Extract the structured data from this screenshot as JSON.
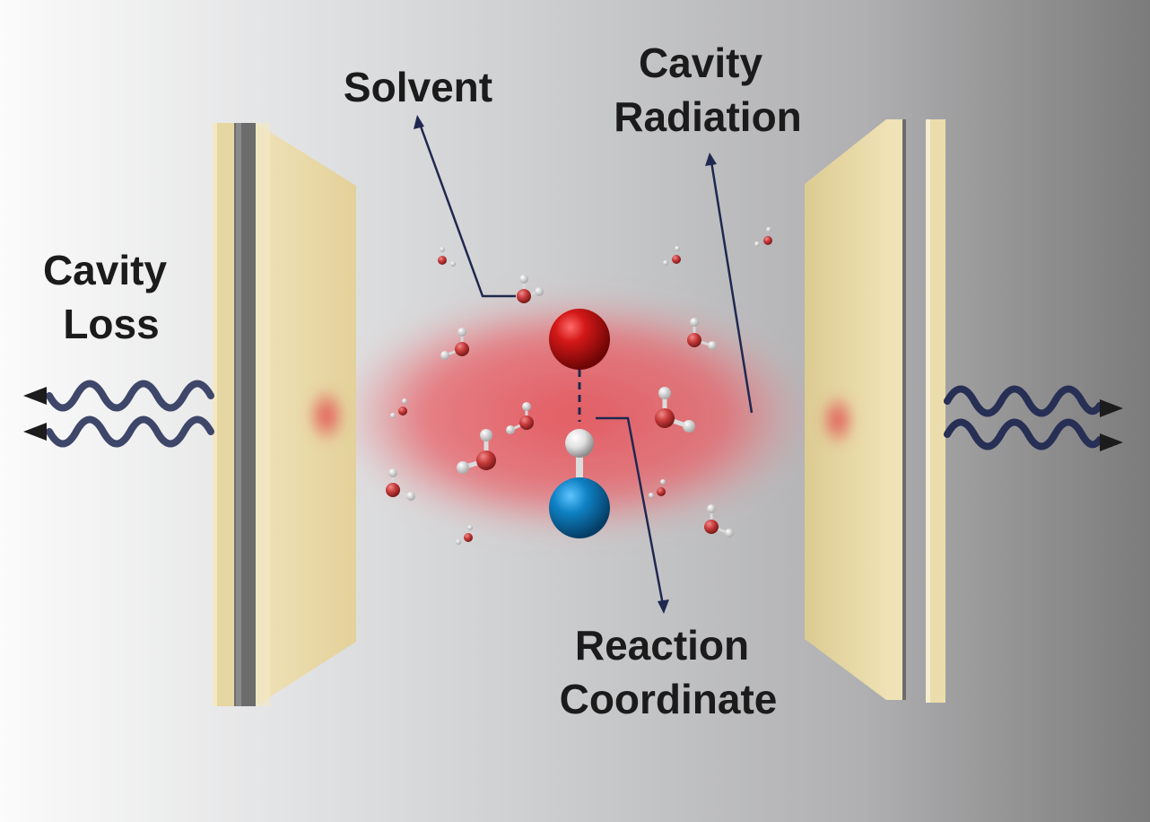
{
  "labels": {
    "solvent": "Solvent",
    "cavity_radiation": [
      "Cavity",
      "Radiation"
    ],
    "cavity_loss": [
      "Cavity",
      "Loss"
    ],
    "reaction_coordinate": [
      "Reaction",
      "Coordinate"
    ]
  },
  "colors": {
    "background_left": "#fbfbfb",
    "background_right": "#7d7d7d",
    "mirror": "#e8d9a6",
    "mirror_back": "#6b6b6b",
    "field": "#e95a5f",
    "annotation_line": "#1f2850",
    "wave": "#3a4268",
    "oxygen_atom": "#c41515",
    "hydrogen_atom": "#ececec",
    "blue_atom": "#0f7fc0",
    "label_text": "#1b1b1b"
  },
  "icons": {
    "wave_arrow": "wavy-arrow-icon",
    "water_molecule": "water-molecule-icon"
  }
}
